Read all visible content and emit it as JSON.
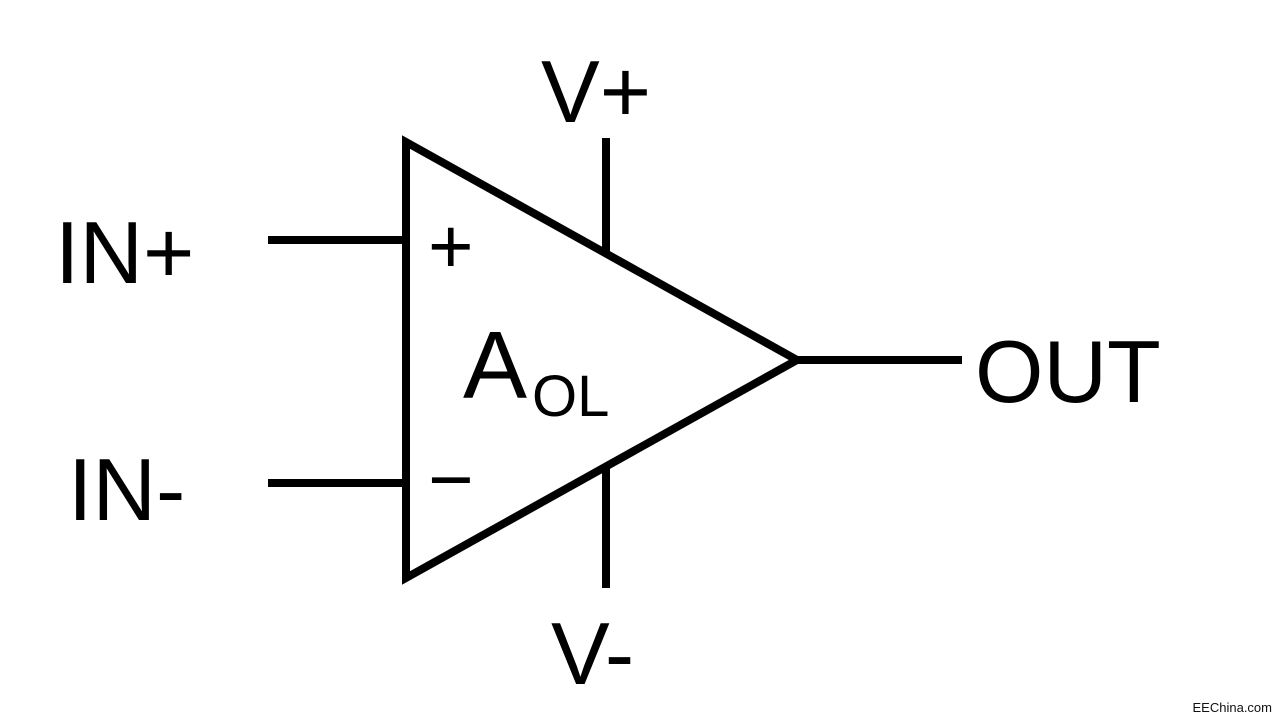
{
  "diagram": {
    "kind": "op-amp-open-loop-schematic",
    "labels": {
      "input_positive": "IN+",
      "input_negative": "IN-",
      "supply_positive": "V+",
      "supply_negative": "V-",
      "output": "OUT",
      "plus_sign": "+",
      "minus_sign": "−",
      "gain_main": "A",
      "gain_subscript": "OL"
    },
    "colors": {
      "line": "#000000",
      "background": "#ffffff"
    },
    "watermark": "EEChina.com"
  }
}
